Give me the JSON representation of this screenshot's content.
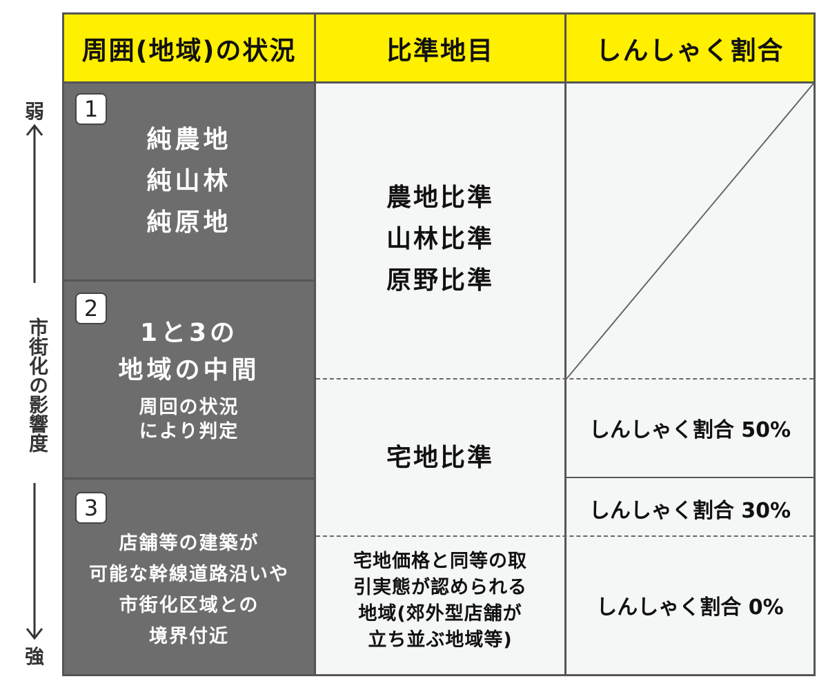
{
  "axis": {
    "weak": "弱",
    "strong": "強",
    "label": "市街化の影響度"
  },
  "header": {
    "col1": "周囲(地域)の状況",
    "col2": "比準地目",
    "col3": "しんしゃく割合"
  },
  "rows": [
    {
      "number": "1",
      "lines": [
        "純農地",
        "純山林",
        "純原地"
      ]
    },
    {
      "number": "2",
      "title_lines": [
        "1と3の",
        "地域の中間"
      ],
      "note_lines": [
        "周回の状況",
        "により判定"
      ]
    },
    {
      "number": "3",
      "lines": [
        "店舗等の建築が",
        "可能な幹線道路沿いや",
        "市街化区域との",
        "境界付近"
      ]
    }
  ],
  "standard": {
    "upper": [
      "農地比準",
      "山林比準",
      "原野比準"
    ],
    "middle": "宅地比準",
    "lower": [
      "宅地価格と同等の取",
      "引実態が認められる",
      "地域(郊外型店舗が",
      "立ち並ぶ地域等)"
    ]
  },
  "ratios": {
    "r50": "しんしゃく割合 50%",
    "r30": "しんしゃく割合 30%",
    "r0": "しんしゃく割合 0%"
  },
  "colors": {
    "header": "#ffef00",
    "dark_cell": "#6d6d6d",
    "light_cell": "#f5f6f6"
  }
}
